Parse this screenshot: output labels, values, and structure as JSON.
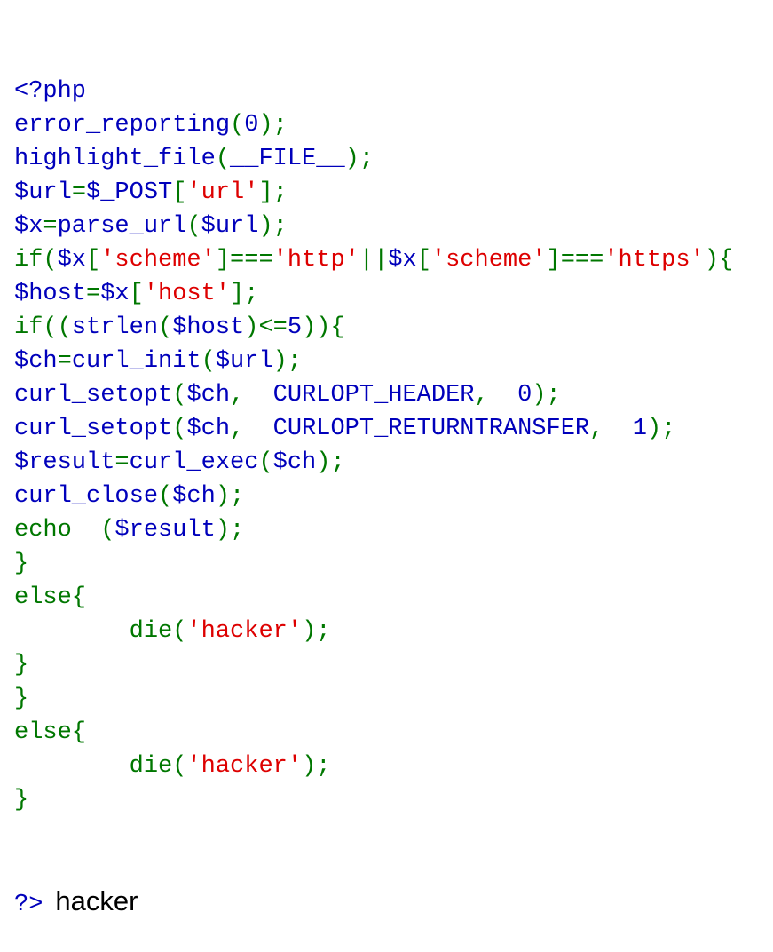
{
  "colors": {
    "default": "#0000BB",
    "keyword": "#007700",
    "string": "#DD0000",
    "output": "#000000"
  },
  "code_lines": [
    [
      {
        "t": "default",
        "s": "<?php"
      }
    ],
    [
      {
        "t": "default",
        "s": "error_reporting"
      },
      {
        "t": "keyword",
        "s": "("
      },
      {
        "t": "default",
        "s": "0"
      },
      {
        "t": "keyword",
        "s": ");"
      }
    ],
    [
      {
        "t": "default",
        "s": "highlight_file"
      },
      {
        "t": "keyword",
        "s": "("
      },
      {
        "t": "default",
        "s": "__FILE__"
      },
      {
        "t": "keyword",
        "s": ");"
      }
    ],
    [
      {
        "t": "default",
        "s": "$url"
      },
      {
        "t": "keyword",
        "s": "="
      },
      {
        "t": "default",
        "s": "$_POST"
      },
      {
        "t": "keyword",
        "s": "["
      },
      {
        "t": "string",
        "s": "'url'"
      },
      {
        "t": "keyword",
        "s": "];"
      }
    ],
    [
      {
        "t": "default",
        "s": "$x"
      },
      {
        "t": "keyword",
        "s": "="
      },
      {
        "t": "default",
        "s": "parse_url"
      },
      {
        "t": "keyword",
        "s": "("
      },
      {
        "t": "default",
        "s": "$url"
      },
      {
        "t": "keyword",
        "s": ");"
      }
    ],
    [
      {
        "t": "keyword",
        "s": "if("
      },
      {
        "t": "default",
        "s": "$x"
      },
      {
        "t": "keyword",
        "s": "["
      },
      {
        "t": "string",
        "s": "'scheme'"
      },
      {
        "t": "keyword",
        "s": "]==="
      },
      {
        "t": "string",
        "s": "'http'"
      },
      {
        "t": "keyword",
        "s": "||"
      },
      {
        "t": "default",
        "s": "$x"
      },
      {
        "t": "keyword",
        "s": "["
      },
      {
        "t": "string",
        "s": "'scheme'"
      },
      {
        "t": "keyword",
        "s": "]==="
      },
      {
        "t": "string",
        "s": "'https'"
      },
      {
        "t": "keyword",
        "s": "){"
      }
    ],
    [
      {
        "t": "default",
        "s": "$host"
      },
      {
        "t": "keyword",
        "s": "="
      },
      {
        "t": "default",
        "s": "$x"
      },
      {
        "t": "keyword",
        "s": "["
      },
      {
        "t": "string",
        "s": "'host'"
      },
      {
        "t": "keyword",
        "s": "];"
      }
    ],
    [
      {
        "t": "keyword",
        "s": "if(("
      },
      {
        "t": "default",
        "s": "strlen"
      },
      {
        "t": "keyword",
        "s": "("
      },
      {
        "t": "default",
        "s": "$host"
      },
      {
        "t": "keyword",
        "s": ")<="
      },
      {
        "t": "default",
        "s": "5"
      },
      {
        "t": "keyword",
        "s": ")){"
      }
    ],
    [
      {
        "t": "default",
        "s": "$ch"
      },
      {
        "t": "keyword",
        "s": "="
      },
      {
        "t": "default",
        "s": "curl_init"
      },
      {
        "t": "keyword",
        "s": "("
      },
      {
        "t": "default",
        "s": "$url"
      },
      {
        "t": "keyword",
        "s": ");"
      }
    ],
    [
      {
        "t": "default",
        "s": "curl_setopt"
      },
      {
        "t": "keyword",
        "s": "("
      },
      {
        "t": "default",
        "s": "$ch"
      },
      {
        "t": "keyword",
        "s": ",  "
      },
      {
        "t": "default",
        "s": "CURLOPT_HEADER"
      },
      {
        "t": "keyword",
        "s": ",  "
      },
      {
        "t": "default",
        "s": "0"
      },
      {
        "t": "keyword",
        "s": ");"
      }
    ],
    [
      {
        "t": "default",
        "s": "curl_setopt"
      },
      {
        "t": "keyword",
        "s": "("
      },
      {
        "t": "default",
        "s": "$ch"
      },
      {
        "t": "keyword",
        "s": ",  "
      },
      {
        "t": "default",
        "s": "CURLOPT_RETURNTRANSFER"
      },
      {
        "t": "keyword",
        "s": ",  "
      },
      {
        "t": "default",
        "s": "1"
      },
      {
        "t": "keyword",
        "s": ");"
      }
    ],
    [
      {
        "t": "default",
        "s": "$result"
      },
      {
        "t": "keyword",
        "s": "="
      },
      {
        "t": "default",
        "s": "curl_exec"
      },
      {
        "t": "keyword",
        "s": "("
      },
      {
        "t": "default",
        "s": "$ch"
      },
      {
        "t": "keyword",
        "s": ");"
      }
    ],
    [
      {
        "t": "default",
        "s": "curl_close"
      },
      {
        "t": "keyword",
        "s": "("
      },
      {
        "t": "default",
        "s": "$ch"
      },
      {
        "t": "keyword",
        "s": ");"
      }
    ],
    [
      {
        "t": "keyword",
        "s": "echo  ("
      },
      {
        "t": "default",
        "s": "$result"
      },
      {
        "t": "keyword",
        "s": ");"
      }
    ],
    [
      {
        "t": "keyword",
        "s": "}"
      }
    ],
    [
      {
        "t": "keyword",
        "s": "else{"
      }
    ],
    [
      {
        "t": "keyword",
        "s": "        die("
      },
      {
        "t": "string",
        "s": "'hacker'"
      },
      {
        "t": "keyword",
        "s": ");"
      }
    ],
    [
      {
        "t": "keyword",
        "s": "}"
      }
    ],
    [
      {
        "t": "keyword",
        "s": "}"
      }
    ],
    [
      {
        "t": "keyword",
        "s": "else{"
      }
    ],
    [
      {
        "t": "keyword",
        "s": "        die("
      },
      {
        "t": "string",
        "s": "'hacker'"
      },
      {
        "t": "keyword",
        "s": ");"
      }
    ],
    [
      {
        "t": "keyword",
        "s": "}"
      }
    ]
  ],
  "closing_tag": "?>",
  "output_text": "hacker"
}
